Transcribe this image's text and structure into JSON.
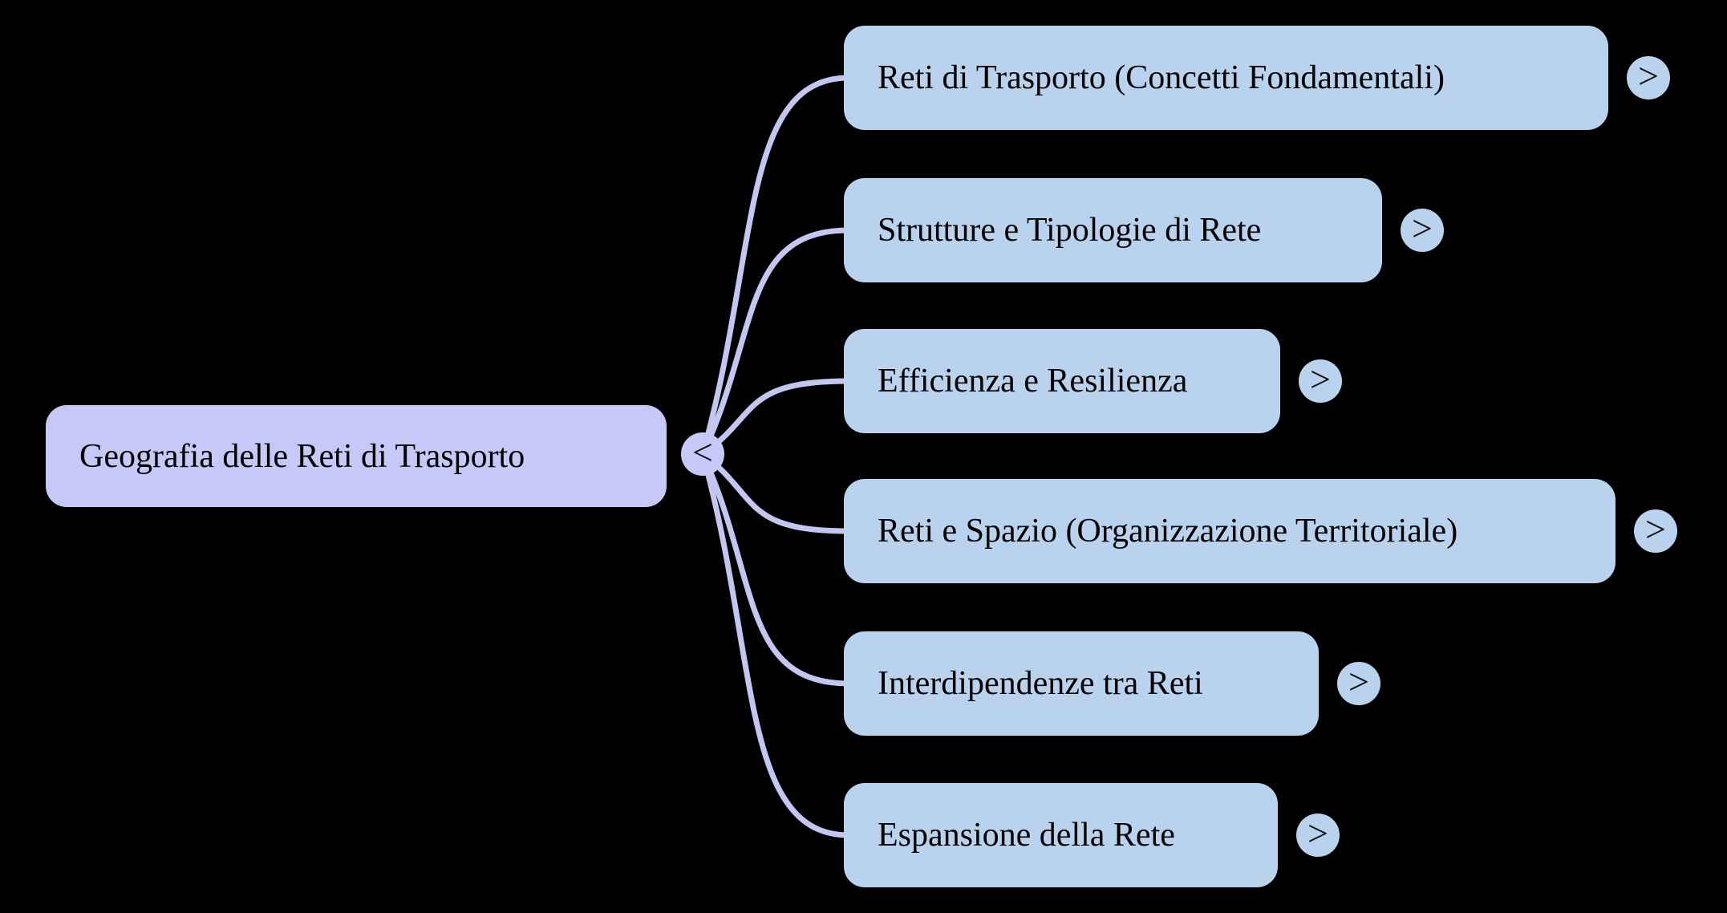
{
  "diagram": {
    "type": "mindmap",
    "background_color": "#000000",
    "link_color": "#c4c6f2",
    "root": {
      "label": "Geografia delle Reti di Trasporto",
      "fill_color": "#c6c8f7",
      "toggle_glyph": "<"
    },
    "children": [
      {
        "label": "Reti di Trasporto (Concetti Fondamentali)",
        "toggle_glyph": ">"
      },
      {
        "label": "Strutture e Tipologie di Rete",
        "toggle_glyph": ">"
      },
      {
        "label": "Efficienza e Resilienza",
        "toggle_glyph": ">"
      },
      {
        "label": "Reti e Spazio (Organizzazione Territoriale)",
        "toggle_glyph": ">"
      },
      {
        "label": "Interdipendenze tra Reti",
        "toggle_glyph": ">"
      },
      {
        "label": "Espansione della Rete",
        "toggle_glyph": ">"
      }
    ],
    "child_fill_color": "#b9d2ed",
    "text_color": "#000000"
  }
}
